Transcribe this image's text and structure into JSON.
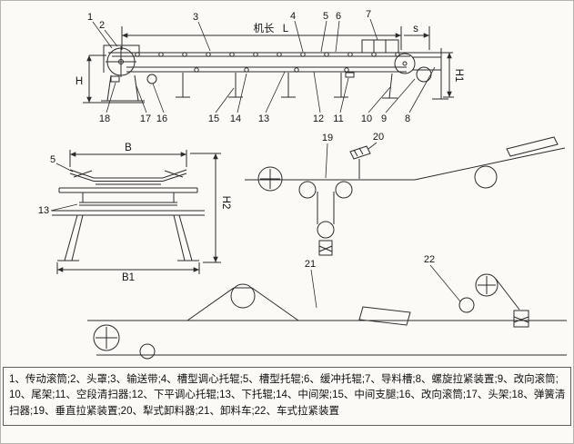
{
  "drawing": {
    "dims": {
      "machine_length_prefix": "机长",
      "machine_length_symbol": "L",
      "s": "s",
      "H": "H",
      "H1": "H1",
      "H2": "H2",
      "B": "B",
      "B1": "B1"
    },
    "callouts": {
      "side_top": [
        "1",
        "2",
        "3",
        "4",
        "5",
        "6",
        "7"
      ],
      "side_bottom": [
        "18",
        "17",
        "16",
        "15",
        "14",
        "13",
        "12",
        "11",
        "10",
        "9",
        "8"
      ],
      "section": [
        "5",
        "13"
      ],
      "schematic_upper": [
        "19",
        "20"
      ],
      "schematic_lower": [
        "21",
        "22"
      ]
    }
  },
  "legend": {
    "line1": "1、传动滚筒;2、头罩;3、输送带;4、槽型调心托辊;5、槽型托辊;6、缓冲托辊;7、导料槽;8、螺旋拉紧装置;9、改向滚筒;",
    "line2": "10、尾架;11、空段清扫器;12、下平调心托辊;13、下托辊;14、中间架;15、中间支腿;16、改向滚筒;17、头架;18、弹簧清",
    "line3": "扫器;19、垂直拉紧装置;20、犁式卸料器;21、卸料车;22、车式拉紧装置"
  }
}
